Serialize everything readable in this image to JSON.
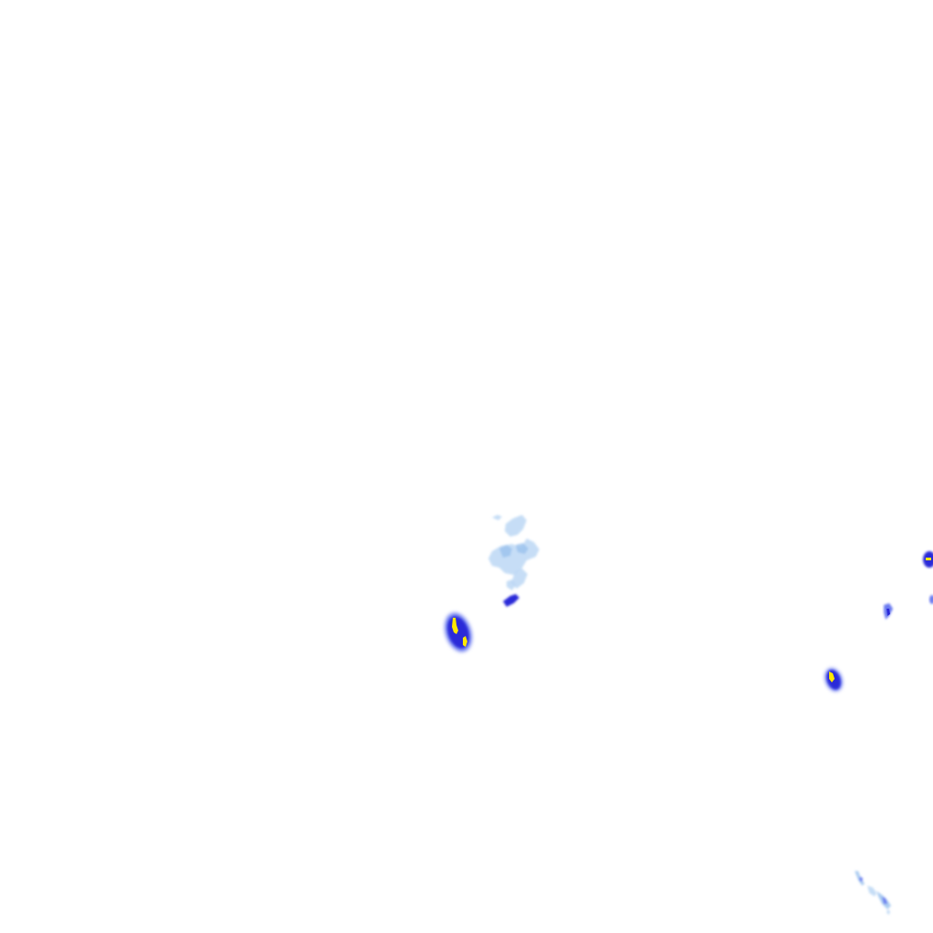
{
  "map": {
    "type": "weather-radar-overlay",
    "background": "#ffffff",
    "colors": {
      "light_rain": "#bcd7f5",
      "light_rain_edge": "#9ec4ef",
      "moderate": "#6a7af0",
      "heavy": "#2a2ad8",
      "very_heavy": "#1010b0",
      "intense": "#ffe800"
    },
    "echoes": [
      {
        "name": "light-rain-cluster-center",
        "intensity": "light"
      },
      {
        "name": "storm-cell-center",
        "intensity": "intense"
      },
      {
        "name": "storm-cell-east",
        "intensity": "intense"
      },
      {
        "name": "storm-cell-far-east",
        "intensity": "heavy"
      },
      {
        "name": "light-rain-southeast",
        "intensity": "light"
      }
    ]
  }
}
